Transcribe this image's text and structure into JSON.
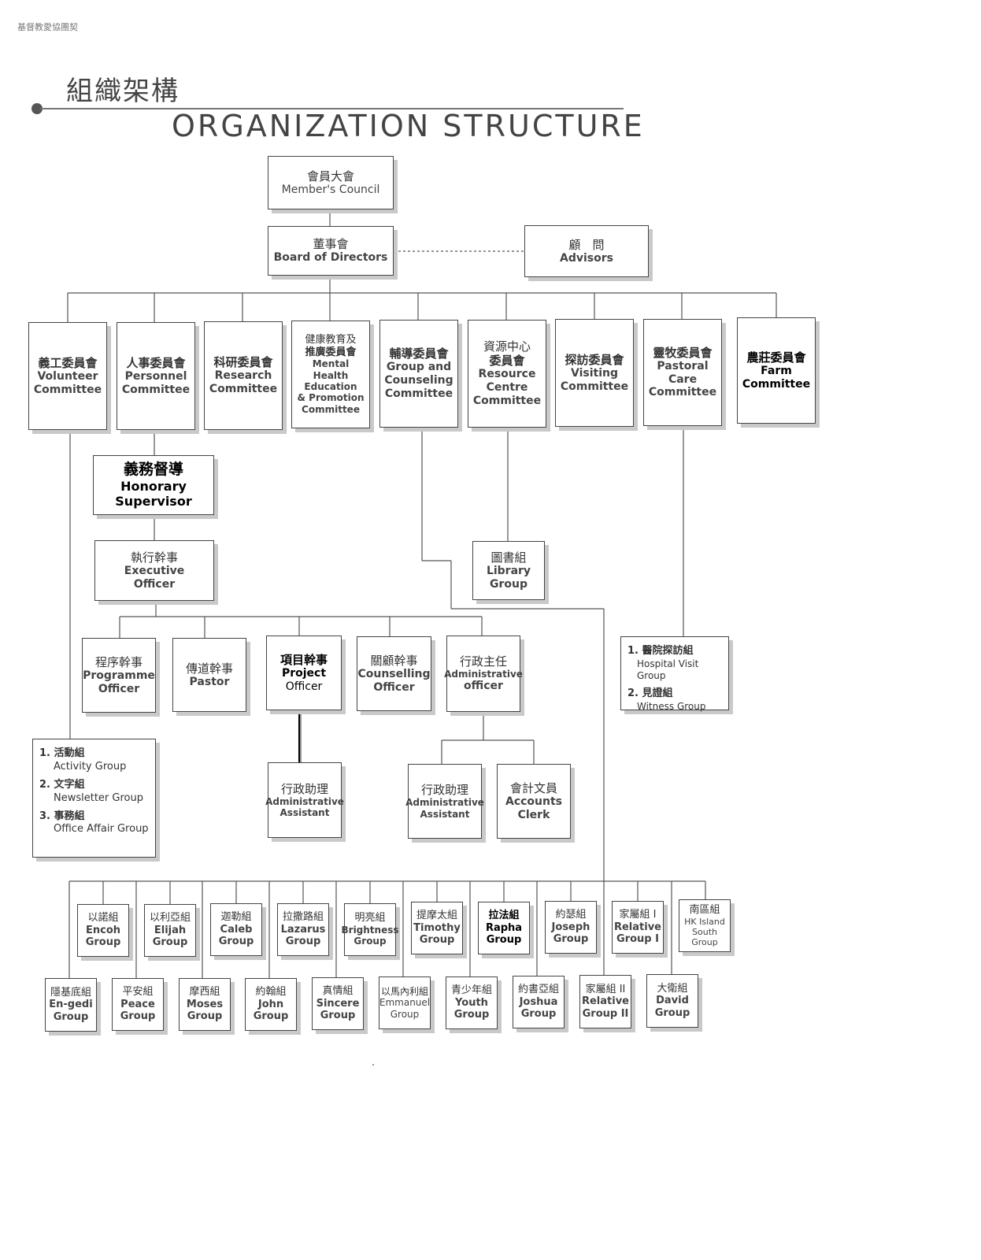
{
  "header": {
    "small_text": "基督教愛協團契",
    "title_cn": "組織架構",
    "title_en": "ORGANIZATION STRUCTURE"
  },
  "nodes": {
    "members_council": {
      "cn": "會員大會",
      "en": "Member's Council"
    },
    "board": {
      "cn": "董事會",
      "en": "Board of Directors"
    },
    "advisors": {
      "cn": "顧　問",
      "en": "Advisors"
    },
    "volunteer": {
      "cn": "義工委員會",
      "en1": "Volunteer",
      "en2": "Committee"
    },
    "personnel": {
      "cn": "人事委員會",
      "en1": "Personnel",
      "en2": "Committee"
    },
    "research": {
      "cn": "科研委員會",
      "en1": "Research",
      "en2": "Committee"
    },
    "mental_health": {
      "cn1": "健康教育及",
      "cn2": "推廣委員會",
      "en1": "Mental Health",
      "en2": "Education",
      "en3": "& Promotion",
      "en4": "Committee"
    },
    "counseling": {
      "cn": "輔導委員會",
      "en1": "Group and",
      "en2": "Counseling",
      "en3": "Committee"
    },
    "resource": {
      "cn1": "資源中心",
      "cn2": "委員會",
      "en1": "Resource",
      "en2": "Centre",
      "en3": "Committee"
    },
    "visiting": {
      "cn": "探訪委員會",
      "en1": "Visiting",
      "en2": "Committee"
    },
    "pastoral": {
      "cn": "靈牧委員會",
      "en1": "Pastoral",
      "en2": "Care",
      "en3": "Committee"
    },
    "farm": {
      "cn": "農莊委員會",
      "en1": "Farm",
      "en2": "Committee"
    },
    "honorary": {
      "cn": "義務督導",
      "en1": "Honorary",
      "en2": "Supervisor"
    },
    "executive": {
      "cn": "執行幹事",
      "en1": "Executive",
      "en2": "Officer"
    },
    "library": {
      "cn": "圖書組",
      "en1": "Library",
      "en2": "Group"
    },
    "programme": {
      "cn": "程序幹事",
      "en1": "Programme",
      "en2": "Officer"
    },
    "pastor": {
      "cn": "傳道幹事",
      "en": "Pastor"
    },
    "project": {
      "cn": "項目幹事",
      "en1": "Project",
      "en2": "Officer"
    },
    "counselling_officer": {
      "cn": "關顧幹事",
      "en1": "Counselling",
      "en2": "Officer"
    },
    "admin_officer": {
      "cn": "行政主任",
      "en1": "Administrative",
      "en2": "officer"
    },
    "admin_assistant_1": {
      "cn": "行政助理",
      "en1": "Administrative",
      "en2": "Assistant"
    },
    "admin_assistant_2": {
      "cn": "行政助理",
      "en1": "Administrative",
      "en2": "Assistant"
    },
    "accounts_clerk": {
      "cn": "會計文員",
      "en1": "Accounts",
      "en2": "Clerk"
    }
  },
  "volunteer_list": [
    {
      "cn": "1. 活動組",
      "en": "Activity Group"
    },
    {
      "cn": "2. 文字組",
      "en": "Newsletter Group"
    },
    {
      "cn": "3. 事務組",
      "en": "Office Affair Group"
    }
  ],
  "visit_list": [
    {
      "cn": "1. 醫院探訪組",
      "en": "Hospital Visit Group"
    },
    {
      "cn": "2. 見證組",
      "en": "Witness Group"
    }
  ],
  "groups_top": [
    {
      "cn": "以諾組",
      "en": "Encoh Group"
    },
    {
      "cn": "以利亞組",
      "en": "Elijah Group"
    },
    {
      "cn": "迦勒組",
      "en": "Caleb Group"
    },
    {
      "cn": "拉撒路組",
      "en": "Lazarus Group"
    },
    {
      "cn": "明亮組",
      "en": "Brightness Group"
    },
    {
      "cn": "提摩太組",
      "en": "Timothy Group"
    },
    {
      "cn": "拉法組",
      "en": "Rapha Group"
    },
    {
      "cn": "約瑟組",
      "en": "Joseph Group"
    },
    {
      "cn": "家屬組 I",
      "en": "Relative Group I"
    },
    {
      "cn": "南區組",
      "en": "HK Island South Group"
    }
  ],
  "groups_bottom": [
    {
      "cn": "隱基底組",
      "en": "En-gedi Group"
    },
    {
      "cn": "平安組",
      "en": "Peace Group"
    },
    {
      "cn": "摩西組",
      "en": "Moses Group"
    },
    {
      "cn": "約翰組",
      "en": "John Group"
    },
    {
      "cn": "真情組",
      "en": "Sincere Group"
    },
    {
      "cn": "以馬內利組",
      "en": "Emmanuel Group"
    },
    {
      "cn": "青少年組",
      "en": "Youth Group"
    },
    {
      "cn": "約書亞組",
      "en": "Joshua Group"
    },
    {
      "cn": "家屬組 II",
      "en": "Relative Group II"
    },
    {
      "cn": "大衛組",
      "en": "David Group"
    }
  ]
}
